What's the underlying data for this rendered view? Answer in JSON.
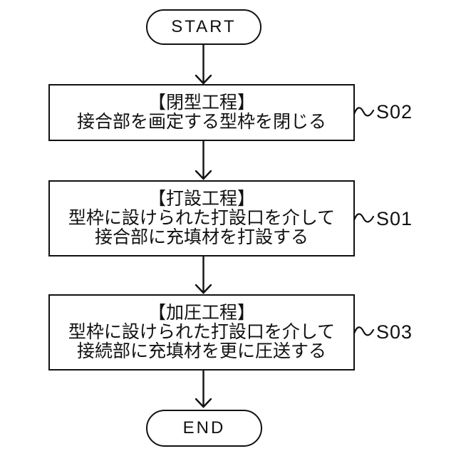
{
  "flowchart": {
    "start": {
      "label": "START"
    },
    "end": {
      "label": "END"
    },
    "steps": [
      {
        "ref": "S02",
        "title": "【閉型工程】",
        "lines": [
          "接合部を画定する型枠を閉じる"
        ]
      },
      {
        "ref": "S01",
        "title": "【打設工程】",
        "lines": [
          "型枠に設けられた打設口を介して",
          "接合部に充填材を打設する"
        ]
      },
      {
        "ref": "S03",
        "title": "【加圧工程】",
        "lines": [
          "型枠に設けられた打設口を介して",
          "接続部に充填材を更に圧送する"
        ]
      }
    ],
    "colors": {
      "line": "#111111",
      "background": "#ffffff"
    }
  }
}
